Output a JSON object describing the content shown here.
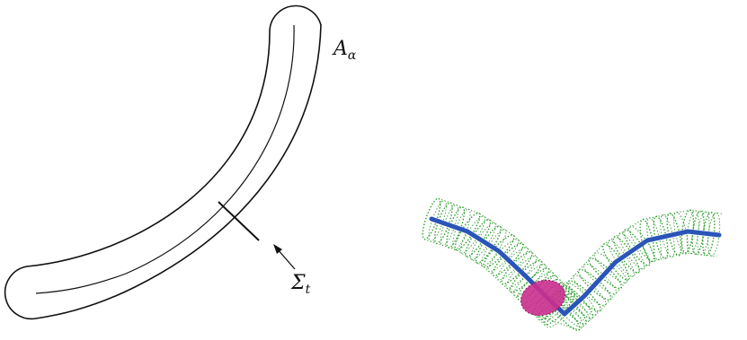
{
  "left_panel": {
    "tube_label": "A",
    "tube_label_sub": "α",
    "section_label": "Σ",
    "section_label_sub": "t",
    "stroke_color": "#111111"
  },
  "right_panel": {
    "surface_color": "#2e9e2e",
    "centerline_color": "#2a55b8",
    "section_disc_color": "#cc2f8f"
  }
}
